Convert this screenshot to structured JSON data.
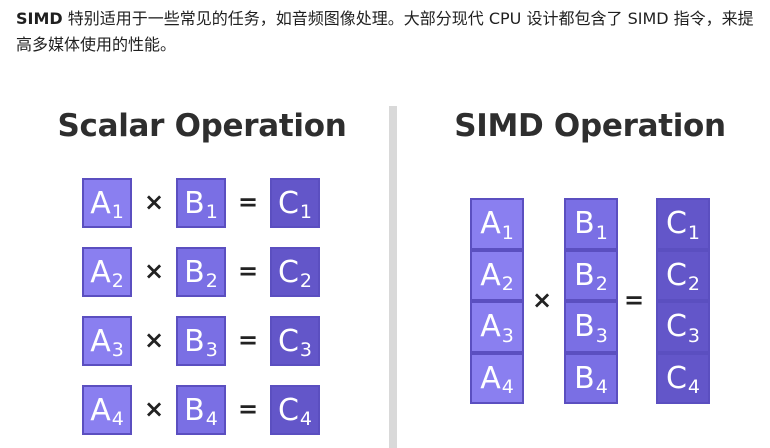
{
  "intro": {
    "lead": "SIMD",
    "text": " 特别适用于一些常见的任务，如音频图像处理。大部分现代 CPU 设计都包含了 SIMD 指令，来提高多媒体使用的性能。"
  },
  "diagram": {
    "scalar_title": "Scalar Operation",
    "simd_title": "SIMD Operation",
    "times": "×",
    "equals": "=",
    "letters": {
      "a": "A",
      "b": "B",
      "c": "C"
    },
    "indices": [
      "1",
      "2",
      "3",
      "4"
    ],
    "colors": {
      "a": "#8a7ff0",
      "b": "#7a6fe4",
      "c": "#6356c9",
      "border": "#5b4fc0"
    }
  }
}
